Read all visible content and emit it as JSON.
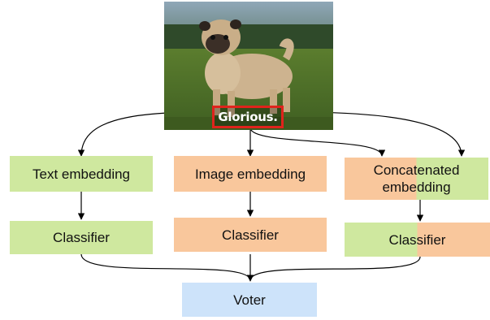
{
  "image": {
    "caption": "Glorious.",
    "caption_highlight_color": "#e0231c"
  },
  "nodes": {
    "text_embedding": "Text embedding",
    "image_embedding": "Image embedding",
    "concat_embedding": "Concatenated embedding",
    "classifier_text": "Classifier",
    "classifier_image": "Classifier",
    "classifier_concat": "Classifier",
    "voter": "Voter"
  },
  "colors": {
    "text_branch": "#cfe89f",
    "image_branch": "#f9c79c",
    "voter": "#cde3fa"
  }
}
